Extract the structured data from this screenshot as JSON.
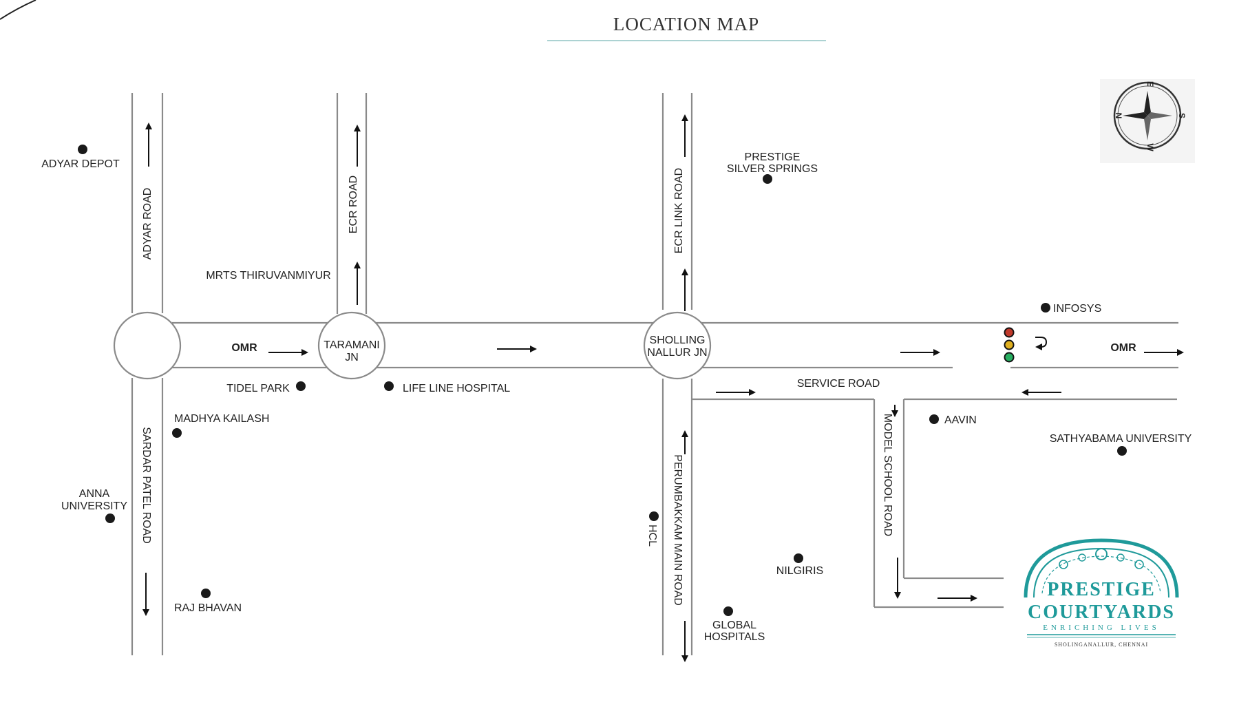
{
  "title": "LOCATION MAP",
  "roads": {
    "adyar_road": "ADYAR ROAD",
    "sardar_patel_road": "SARDAR PATEL ROAD",
    "ecr_road": "ECR ROAD",
    "ecr_link_road": "ECR LINK ROAD",
    "perumbakkam_main_road": "PERUMBAKKAM MAIN ROAD",
    "model_school_road": "MODEL SCHOOL ROAD",
    "service_road": "SERVICE ROAD",
    "omr_west": "OMR",
    "omr_east": "OMR"
  },
  "junctions": {
    "taramani_line1": "TARAMANI",
    "taramani_line2": "JN",
    "sholling_line1": "SHOLLING",
    "sholling_line2": "NALLUR JN"
  },
  "landmarks": {
    "adyar_depot": "ADYAR DEPOT",
    "mrts": "MRTS THIRUVANMIYUR",
    "tidel_park": "TIDEL PARK",
    "life_line": "LIFE LINE HOSPITAL",
    "madhya_kailash": "MADHYA KAILASH",
    "anna_line1": "ANNA",
    "anna_line2": "UNIVERSITY",
    "raj_bhavan": "RAJ BHAVAN",
    "prestige_ss_line1": "PRESTIGE",
    "prestige_ss_line2": "SILVER SPRINGS",
    "infosys": "INFOSYS",
    "aavin": "AAVIN",
    "sathyabama": "SATHYABAMA UNIVERSITY",
    "hcl": "HCL",
    "nilgiris": "NILGIRIS",
    "global_line1": "GLOBAL",
    "global_line2": "HOSPITALS"
  },
  "compass": {
    "n": "N",
    "e": "E",
    "s": "S",
    "w": "W"
  },
  "logo": {
    "line1": "PRESTIGE",
    "line2": "COURTYARDS",
    "tagline": "ENRICHING LIVES",
    "location": "SHOLINGANALLUR, CHENNAI",
    "color": "#1f9a9a"
  },
  "colors": {
    "road": "#8a8a8a",
    "signal_red": "#c0392b",
    "signal_amber": "#e0b020",
    "signal_green": "#27ae60"
  }
}
